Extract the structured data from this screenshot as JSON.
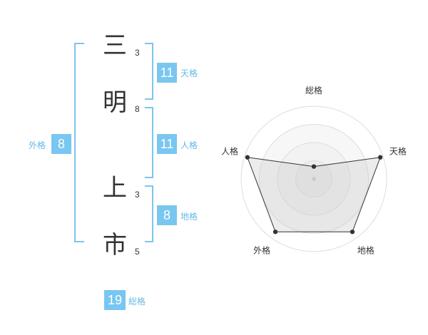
{
  "name_chars": [
    {
      "char": "三",
      "strokes": "3"
    },
    {
      "char": "明",
      "strokes": "8"
    },
    {
      "char": "上",
      "strokes": "3"
    },
    {
      "char": "市",
      "strokes": "5"
    }
  ],
  "kaku": {
    "tenkaku": {
      "label": "天格",
      "value": "11"
    },
    "jinkaku": {
      "label": "人格",
      "value": "11"
    },
    "chikaku": {
      "label": "地格",
      "value": "8"
    },
    "gaikaku": {
      "label": "外格",
      "value": "8"
    },
    "soukaku": {
      "label": "総格",
      "value": "19"
    }
  },
  "colors": {
    "accent": "#79c6f1",
    "bracket": "#7fc4ea",
    "text": "#333333",
    "radar_fill": "#efefef"
  },
  "chart_data": {
    "type": "radar",
    "axes": [
      "総格",
      "天格",
      "地格",
      "外格",
      "人格"
    ],
    "values": [
      0.17,
      0.96,
      0.9,
      0.9,
      0.96
    ],
    "rings": 4
  }
}
